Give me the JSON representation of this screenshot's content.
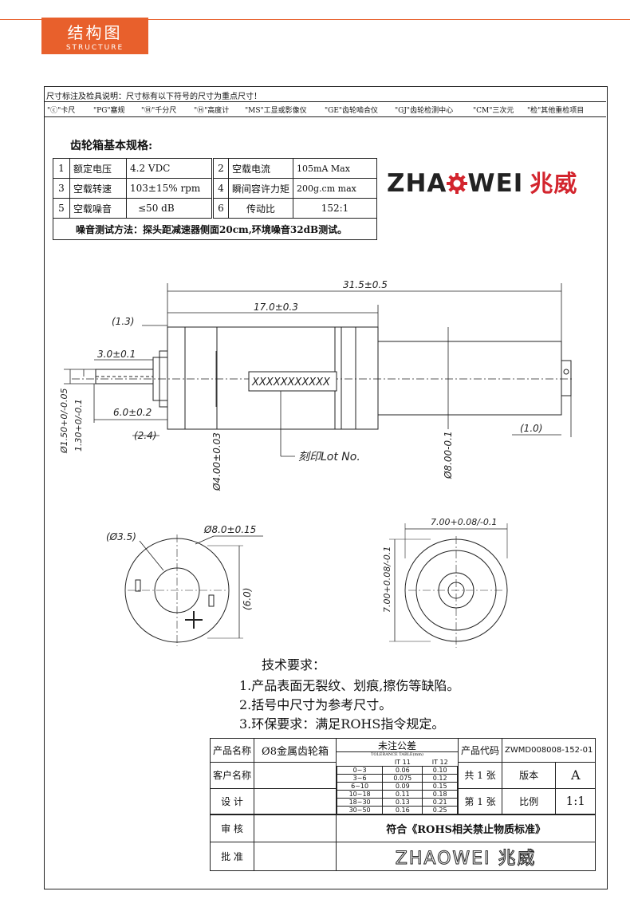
{
  "header": {
    "title": "结构图",
    "subtitle": "STRUCTURE",
    "accent": "#e8602c"
  },
  "notes": {
    "line1": "尺寸标注及检具说明：尺寸标有以下符号的尺寸为重点尺寸！",
    "symbols": [
      "\"ⓒ\"卡尺",
      "\"PG\"塞规",
      "\"Ⓜ\"千分尺",
      "\"Ⓗ\"高度计",
      "\"MS\"工显或影像仪",
      "\"GE\"齿轮啮合仪",
      "\"GJ\"齿轮检测中心",
      "\"CM\"三次元",
      "\"检\"其他重检项目"
    ]
  },
  "spec": {
    "title": "齿轮箱基本规格:",
    "rows": [
      [
        "1",
        "额定电压",
        "4.2 VDC",
        "2",
        "空载电流",
        "105mA Max"
      ],
      [
        "3",
        "空载转速",
        "103±15% rpm",
        "4",
        "瞬间容许力矩",
        "200g.cm max"
      ],
      [
        "5",
        "空载噪音",
        "≤50 dB",
        "6",
        "传动比",
        "152:1"
      ]
    ],
    "noise_note": "噪音测试方法：探头距减速器侧面20cm,环境噪音32dB测试。"
  },
  "logo": {
    "en_left": "ZHA",
    "en_right": "WEI",
    "cn": "兆威",
    "brand_color": "#d3252e"
  },
  "dims": {
    "d_total": "31.5±0.5",
    "d_17": "17.0±0.3",
    "d_13": "(1.3)",
    "d_30": "3.0±0.1",
    "d_60": "6.0±0.2",
    "d_24": "(2.4)",
    "d_10": "(1.0)",
    "d_150": "Ø1.50+0/-0.05",
    "d_130": "1.30+0/-0.1",
    "d_400": "Ø4.00±0.03",
    "d_800v": "Ø8.00-0.1",
    "lot_box": "XXXXXXXXXXX",
    "lot_label": "刻印Lot No.",
    "front_35": "(Ø3.5)",
    "front_80": "Ø8.0±0.15",
    "front_60": "(6.0)",
    "back_w": "7.00+0.08/-0.1",
    "back_h": "7.00+0.08/-0.1"
  },
  "requirements": {
    "title": "技术要求：",
    "items": [
      "1.产品表面无裂纹、划痕,擦伤等缺陷。",
      "2.括号中尺寸为参考尺寸。",
      "3.环保要求：满足ROHS指令规定。"
    ]
  },
  "titleblock": {
    "product_name_label": "产品名称",
    "product_name": "Ø8金属齿轮箱",
    "tolerance_label": "未注公差",
    "tolerance_sub": "TOLERANCE TABLE(mm)",
    "tol_head": [
      "IT 11",
      "IT 12"
    ],
    "tol_rows": [
      [
        "0~3",
        "0.06",
        "0.10"
      ],
      [
        "3~6",
        "0.075",
        "0.12"
      ],
      [
        "6~10",
        "0.09",
        "0.15"
      ],
      [
        "10~18",
        "0.11",
        "0.18"
      ],
      [
        "18~30",
        "0.13",
        "0.21"
      ],
      [
        "30~50",
        "0.16",
        "0.25"
      ]
    ],
    "code_label": "产品代码",
    "code": "ZWMD008008-152-01",
    "customer_label": "客户名称",
    "total_sheets": "共 1 张",
    "version_label": "版本",
    "version": "A",
    "design_label": "设  计",
    "sheet_no": "第 1 张",
    "scale_label": "比例",
    "scale": "1:1",
    "review_label": "审  核",
    "rohs": "符合《ROHS相关禁止物质标准》",
    "approve_label": "批  准",
    "stamp": "ZHAOWEI 兆威"
  }
}
